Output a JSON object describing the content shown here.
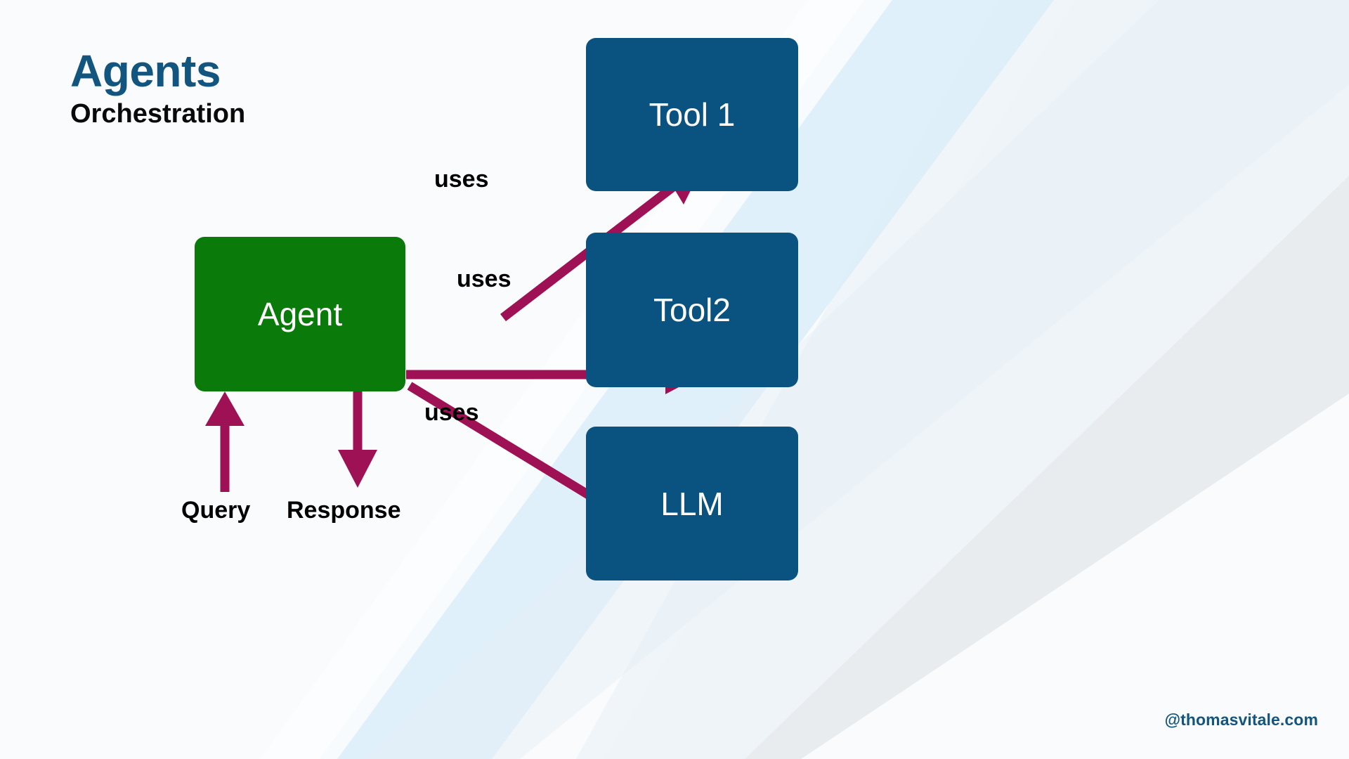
{
  "title": {
    "heading": "Agents",
    "subheading": "Orchestration"
  },
  "nodes": {
    "agent": {
      "label": "Agent",
      "color": "#0a7a0a",
      "text_color": "#ffffff"
    },
    "tool1": {
      "label": "Tool 1",
      "color": "#0a5280",
      "text_color": "#ffffff"
    },
    "tool2": {
      "label": "Tool2",
      "color": "#0a5280",
      "text_color": "#ffffff"
    },
    "llm": {
      "label": "LLM",
      "color": "#0a5280",
      "text_color": "#ffffff"
    }
  },
  "edges": {
    "agent_to_tool1": {
      "label": "uses",
      "color": "#9e1155"
    },
    "agent_to_tool2": {
      "label": "uses",
      "color": "#9e1155"
    },
    "agent_to_llm": {
      "label": "uses",
      "color": "#9e1155"
    },
    "query_in": {
      "label": "Query",
      "color": "#9e1155"
    },
    "response_out": {
      "label": "Response",
      "color": "#9e1155"
    }
  },
  "watermark": {
    "text": "@thomasvitale.com",
    "color": "#12557f"
  },
  "theme": {
    "background": "#fafbfc",
    "accent_blue": "#12557f",
    "node_blue": "#0a5280",
    "node_green": "#0a7a0a",
    "arrow_magenta": "#9e1155",
    "decor_band_light": "#ddeefa",
    "decor_band_pale": "#e9f2f8",
    "decor_band_grey": "#e6ebee"
  }
}
